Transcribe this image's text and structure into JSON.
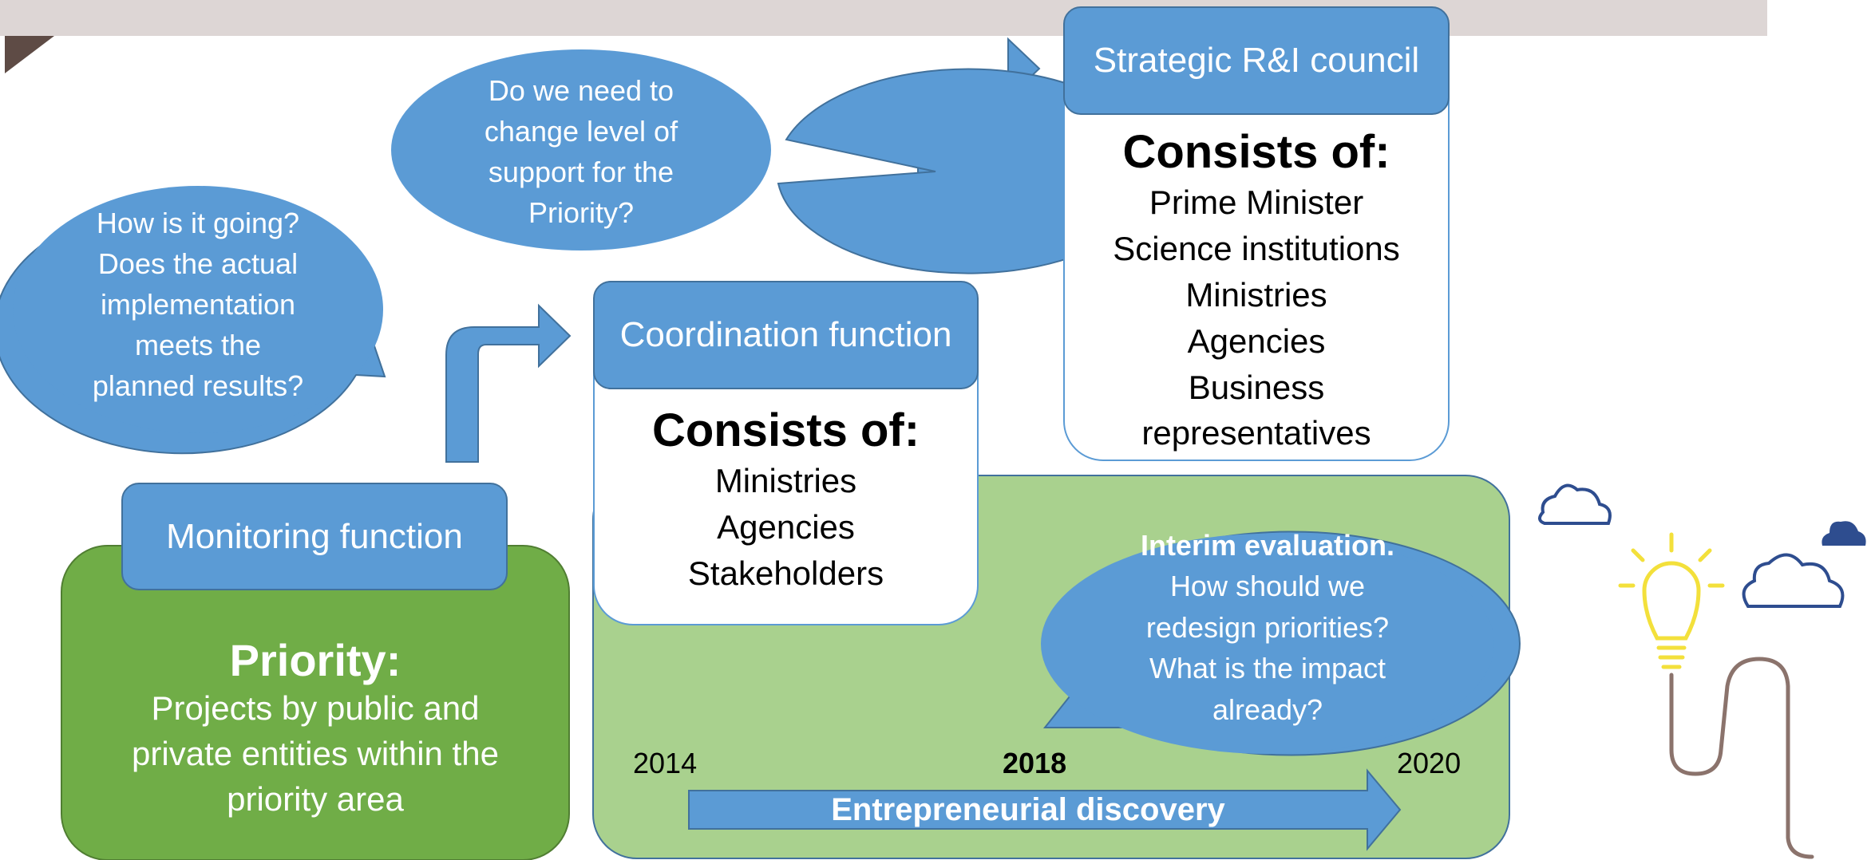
{
  "colors": {
    "blue": "#5b9bd5",
    "blue_border": "#41719c",
    "green_dark": "#70ad47",
    "green_light": "#a9d18e",
    "topbar": "#ddd6d5"
  },
  "icons": [
    "cloud-icon",
    "lightbulb-icon"
  ],
  "monitoring": {
    "header": "Monitoring function",
    "question": [
      "How is it going?",
      "Does the actual",
      "implementation",
      "meets the",
      "planned results?"
    ]
  },
  "priority": {
    "title": "Priority:",
    "text": [
      "Projects by public and",
      "private entities within the",
      "priority area"
    ]
  },
  "coordination": {
    "header": "Coordination function",
    "consists": "Consists of:",
    "members": [
      "Ministries",
      "Agencies",
      "Stakeholders"
    ],
    "question": [
      "Do we need to",
      "change level of",
      "support for the",
      "Priority?"
    ]
  },
  "council": {
    "header": "Strategic R&I council",
    "consists": "Consists of:",
    "members": [
      "Prime Minister",
      "Science institutions",
      "Ministries",
      "Agencies",
      "Business",
      "representatives"
    ]
  },
  "evaluation": {
    "title": "Interim evaluation.",
    "lines": [
      "How should we",
      "redesign priorities?",
      "What is the impact",
      "already?"
    ]
  },
  "timeline": {
    "start": "2014",
    "mid": "2018",
    "end": "2020",
    "label": "Entrepreneurial discovery"
  }
}
